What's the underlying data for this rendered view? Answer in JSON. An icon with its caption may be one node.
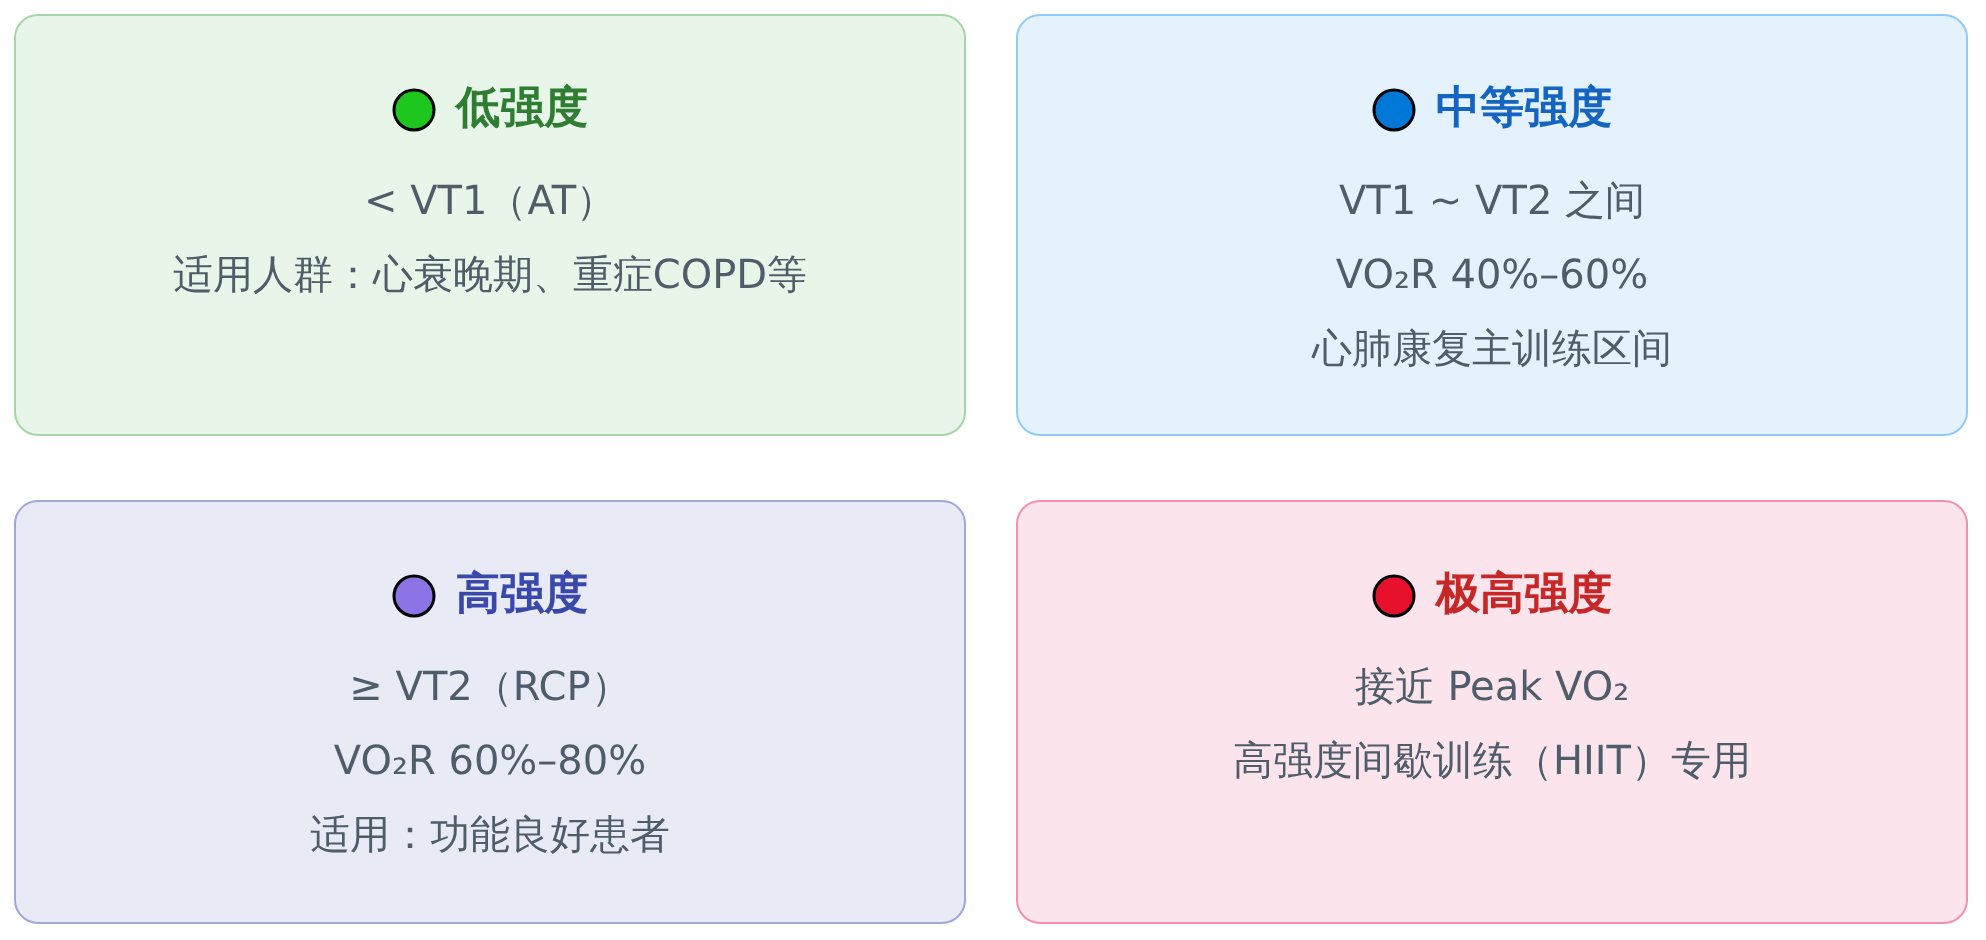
{
  "diagram": {
    "nodes": [
      {
        "text": [
          "低强度",
          "< VT1（AT）",
          "适用人群：心衰晚期、重症COPD等"
        ]
      },
      {
        "text": [
          "中等强度",
          "VT1 ~ VT2 之间",
          "VO₂R 40%–60%",
          "心肺康复主训练区间"
        ]
      },
      {
        "text": [
          "高强度",
          "≥ VT2（RCP）",
          "VO₂R 60%–80%",
          "适用：功能良好患者"
        ]
      },
      {
        "text": [
          "极高强度",
          "接近 Peak VO₂",
          "高强度间歇训练（HIIT）专用"
        ]
      }
    ]
  }
}
